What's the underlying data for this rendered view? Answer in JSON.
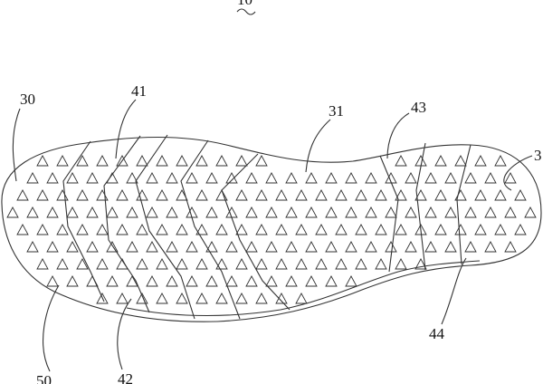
{
  "figure": {
    "title_ref": "10",
    "labels": {
      "l30": "30",
      "l41": "41",
      "l31": "31",
      "l43": "43",
      "l3": "3",
      "l50": "50",
      "l42": "42",
      "l44": "44"
    }
  }
}
